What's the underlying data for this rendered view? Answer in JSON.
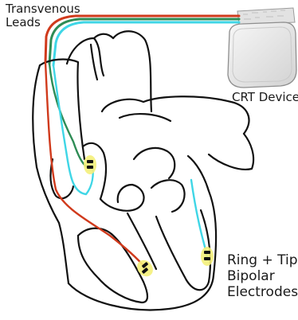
{
  "labels": {
    "leads": [
      "Transvenous",
      "Leads"
    ],
    "device": "CRT Device",
    "electrodes": [
      "Ring + Tip",
      "Bipolar",
      "Electrodes"
    ]
  },
  "colors": {
    "outline": "#111111",
    "lead_red": "#d03a1c",
    "lead_green": "#2e8c55",
    "lead_cyan": "#3fd6e6",
    "electrode_glow": "#f4f07a",
    "device_body": "#e6e6e6"
  },
  "icons": {
    "device": "pacemaker-icon",
    "electrode": "bipolar-electrode-icon"
  }
}
